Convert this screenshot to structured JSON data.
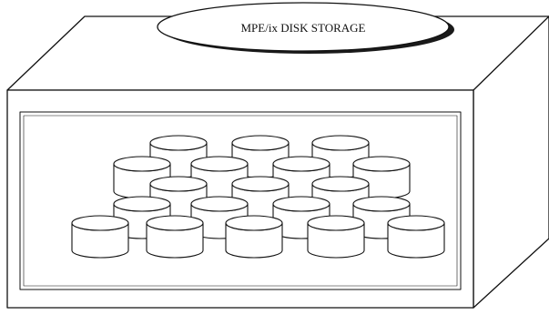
{
  "diagram": {
    "title": "MPE/ix DISK STORAGE",
    "colors": {
      "line": "#111111",
      "fill": "#ffffff",
      "label_shadow": "#1a1a1a"
    },
    "disk_rows": [
      {
        "row": "back",
        "count": 3
      },
      {
        "row": "second",
        "count": 4
      },
      {
        "row": "middle",
        "count": 3
      },
      {
        "row": "fourth",
        "count": 4
      },
      {
        "row": "front",
        "count": 5
      }
    ],
    "disk_count": 19
  }
}
